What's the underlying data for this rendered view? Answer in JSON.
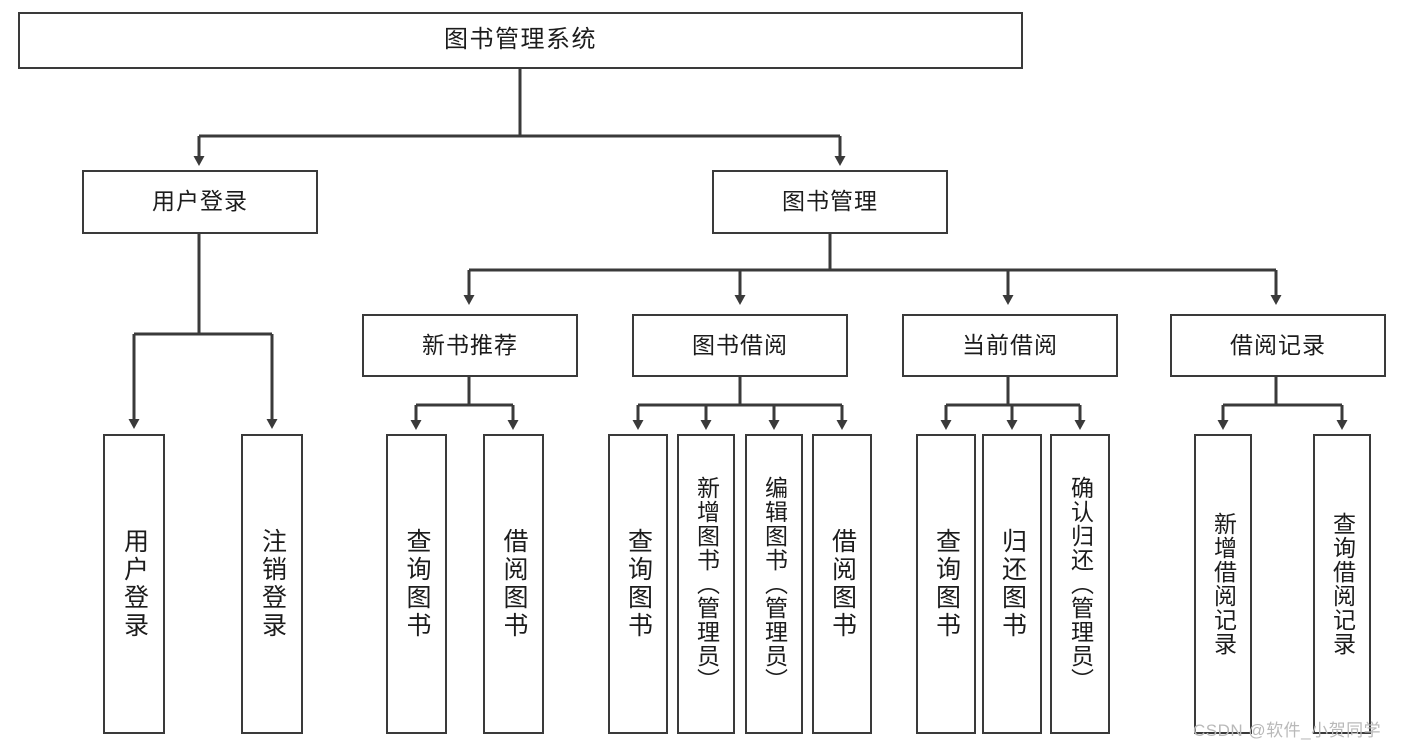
{
  "diagram": {
    "title": "图书管理系统",
    "type": "tree",
    "colors": {
      "line": "#3a3a3a",
      "box_fill": "#ffffff",
      "text": "#1c1c1c",
      "watermark": "#b9b9b9"
    },
    "root": {
      "label": "图书管理系统"
    },
    "level2": [
      {
        "label": "用户登录"
      },
      {
        "label": "图书管理"
      }
    ],
    "level3": [
      {
        "label": "新书推荐"
      },
      {
        "label": "图书借阅"
      },
      {
        "label": "当前借阅"
      },
      {
        "label": "借阅记录"
      }
    ],
    "leaves": {
      "user_login": [
        {
          "label": "用户登录"
        },
        {
          "label": "注销登录"
        }
      ],
      "new_book": [
        {
          "label": "查询图书"
        },
        {
          "label": "借阅图书"
        }
      ],
      "book_borrow": [
        {
          "label": "查询图书"
        },
        {
          "label": "新增图书（管理员）"
        },
        {
          "label": "编辑图书（管理员）"
        },
        {
          "label": "借阅图书"
        }
      ],
      "current_borrow": [
        {
          "label": "查询图书"
        },
        {
          "label": "归还图书"
        },
        {
          "label": "确认归还（管理员）"
        }
      ],
      "borrow_record": [
        {
          "label": "新增借阅记录"
        },
        {
          "label": "查询借阅记录"
        }
      ]
    }
  },
  "watermark": {
    "text": "CSDN @软件_小贺同学"
  }
}
